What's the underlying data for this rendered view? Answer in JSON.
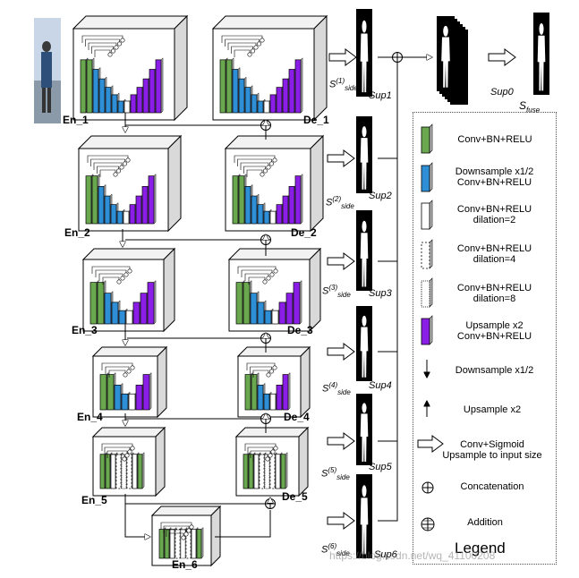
{
  "encoders": [
    "En_1",
    "En_2",
    "En_3",
    "En_4",
    "En_5",
    "En_6"
  ],
  "decoders": [
    "De_1",
    "De_2",
    "De_3",
    "De_4",
    "De_5"
  ],
  "side_outputs": [
    "Sup1",
    "Sup2",
    "Sup3",
    "Sup4",
    "Sup5",
    "Sup6"
  ],
  "side_labels": [
    {
      "base": "S",
      "sup": "(1)",
      "sub": "side"
    },
    {
      "base": "S",
      "sup": "(2)",
      "sub": "side"
    },
    {
      "base": "S",
      "sup": "(3)",
      "sub": "side"
    },
    {
      "base": "S",
      "sup": "(4)",
      "sub": "side"
    },
    {
      "base": "S",
      "sup": "(5)",
      "sub": "side"
    },
    {
      "base": "S",
      "sup": "(6)",
      "sub": "side"
    }
  ],
  "fuse": {
    "sup0": "Sup0",
    "fuse_base": "S",
    "fuse_sub": "fuse"
  },
  "legend": {
    "title": "Legend",
    "items": [
      {
        "lines": [
          "Conv+BN+RELU"
        ],
        "swatch": "green"
      },
      {
        "lines": [
          "Downsample x1/2",
          "Conv+BN+RELU"
        ],
        "swatch": "blue"
      },
      {
        "lines": [
          "Conv+BN+RELU",
          "dilation=2"
        ],
        "swatch": "white-solid"
      },
      {
        "lines": [
          "Conv+BN+RELU",
          "dilation=4"
        ],
        "swatch": "white-dotted"
      },
      {
        "lines": [
          "Conv+BN+RELU",
          "dilation=8"
        ],
        "swatch": "white-dense"
      },
      {
        "lines": [
          "Upsample x2",
          "Conv+BN+RELU"
        ],
        "swatch": "purple"
      },
      {
        "lines": [
          "Downsample x1/2"
        ],
        "swatch": "arrow-down"
      },
      {
        "lines": [
          "Upsample x2"
        ],
        "swatch": "arrow-up"
      },
      {
        "lines": [
          "Conv+Sigmoid",
          "Upsample to input size"
        ],
        "swatch": "arrow-right"
      },
      {
        "lines": [
          "Concatenation"
        ],
        "swatch": "concat"
      },
      {
        "lines": [
          "Addition"
        ],
        "swatch": "add"
      }
    ]
  },
  "colors": {
    "green": "#6aa84f",
    "blue": "#2e8fd6",
    "purple": "#8b1ee6",
    "cube_face": "#ffffff",
    "cube_side": "#d9d9d9"
  },
  "watermark": "https://blog.csdn.net/wq_41100208"
}
